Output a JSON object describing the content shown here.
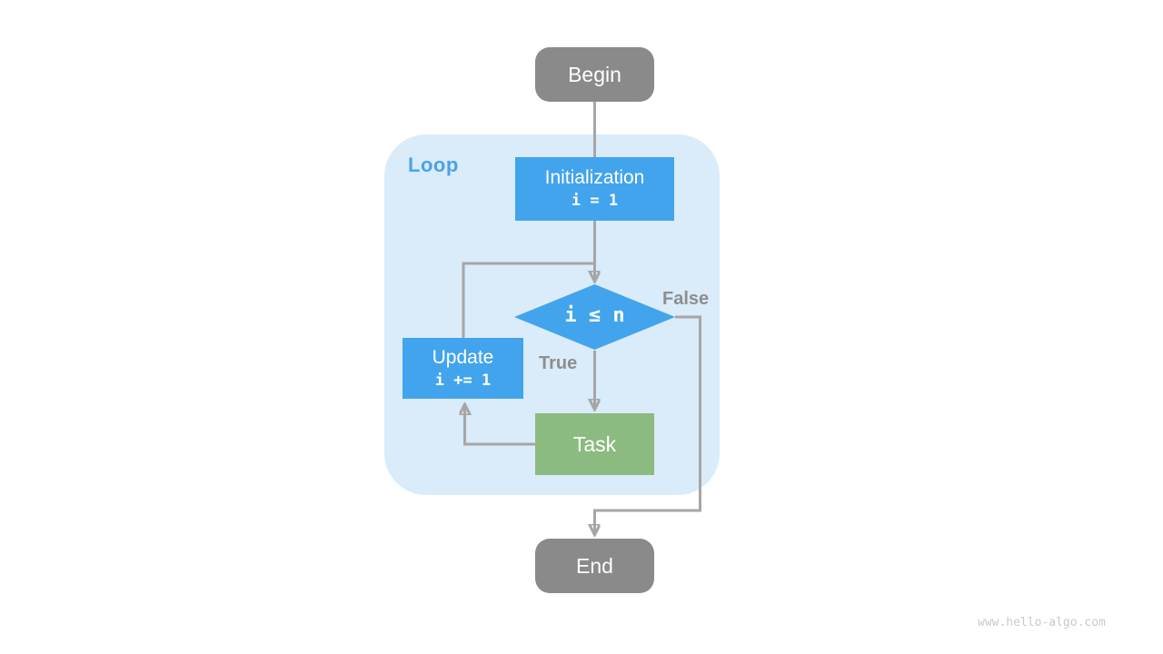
{
  "page": {
    "watermark": "www.hello-algo.com"
  },
  "colors": {
    "node_blue": "#42a4ec",
    "node_green": "#8bbb80",
    "node_gray": "#8a8a8a",
    "loop_region_bg": "#daebfa",
    "loop_label": "#4aa2e9",
    "connector": "#a6a6a6",
    "edge_label": "#8e8e8e",
    "watermark": "#c9c9c9"
  },
  "flowchart": {
    "nodes": {
      "begin": {
        "label": "Begin"
      },
      "loop_region": {
        "label": "Loop"
      },
      "initialization": {
        "title": "Initialization",
        "code": "i = 1"
      },
      "condition": {
        "label": "i ≤ n"
      },
      "update": {
        "title": "Update",
        "code": "i += 1"
      },
      "task": {
        "label": "Task"
      },
      "end": {
        "label": "End"
      }
    },
    "edge_labels": {
      "true_branch": "True",
      "false_branch": "False"
    }
  }
}
